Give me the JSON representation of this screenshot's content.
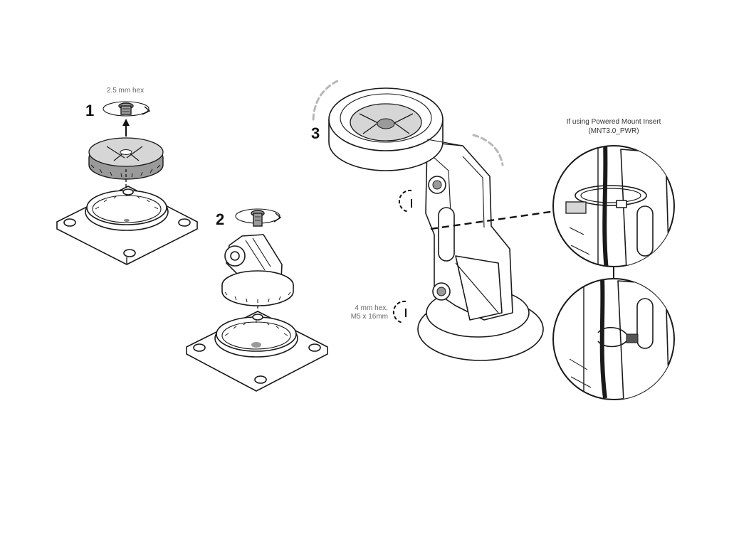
{
  "steps": {
    "step1": {
      "number": "1",
      "tool_label": "2.5 mm hex"
    },
    "step2": {
      "number": "2"
    },
    "step3": {
      "number": "3",
      "screw_label_line1": "4 mm hex,",
      "screw_label_line2": "M5 x 16mm"
    }
  },
  "callout": {
    "title_line1": "If using Powered Mount Insert",
    "title_line2": "(MNT3.0_PWR)"
  },
  "icons": {
    "rotate": "rotate-arrow-icon",
    "hex_screw": "hex-screw-icon",
    "tighten": "tighten-arrow-icon"
  },
  "colors": {
    "ink": "#1a1a1a",
    "part_gray": "#9a9a9a",
    "guide_gray": "#b8b8b8"
  }
}
